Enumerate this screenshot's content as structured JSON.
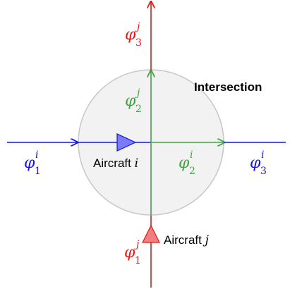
{
  "colors": {
    "aircraft_i": "#1515e6",
    "aircraft_j": "#e61515",
    "shared": "#3fa33f",
    "intersection_fill": "#f2f2f2",
    "intersection_stroke": "#c8c8c8",
    "aircraft_i_fill": "#7b7bff",
    "aircraft_j_fill": "#f08080"
  },
  "intersection": {
    "label": "Intersection"
  },
  "aircraft_i": {
    "label": "Aircraft",
    "id": "i"
  },
  "aircraft_j": {
    "label": "Aircraft",
    "id": "j"
  },
  "segments": {
    "i1": {
      "symbol": "φ",
      "sup": "i",
      "sub": "1"
    },
    "i2": {
      "symbol": "φ",
      "sup": "i",
      "sub": "2"
    },
    "i3": {
      "symbol": "φ",
      "sup": "i",
      "sub": "3"
    },
    "j1": {
      "symbol": "φ",
      "sup": "j",
      "sub": "1"
    },
    "j2": {
      "symbol": "φ",
      "sup": "j",
      "sub": "2"
    },
    "j3": {
      "symbol": "φ",
      "sup": "j",
      "sub": "3"
    }
  }
}
